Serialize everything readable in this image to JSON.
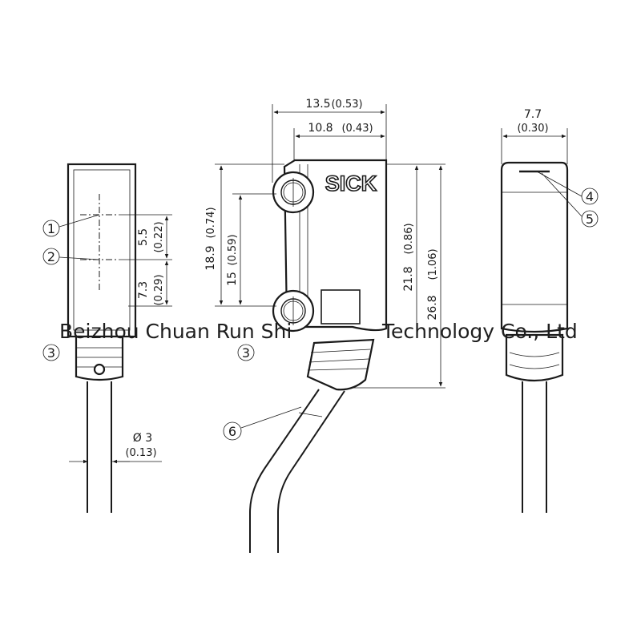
{
  "watermark": {
    "left_text": "Beizhou Chuan Run Shi",
    "right_text": "Technology Co., Ltd"
  },
  "brand_logo": "SICK",
  "left_view": {
    "dim_5_5": "5.5",
    "dim_5_5_inch": "(0.22)",
    "dim_7_3": "7.3",
    "dim_7_3_inch": "(0.29)",
    "dim_dia": "Ø 3",
    "dim_dia_inch": "(0.13)",
    "callout_1": "1",
    "callout_2": "2",
    "callout_3": "3"
  },
  "center_view": {
    "dim_13_5": "13.5",
    "dim_13_5_inch": "(0.53)",
    "dim_10_8": "10.8",
    "dim_10_8_inch": "(0.43)",
    "dim_18_9": "18.9",
    "dim_18_9_inch": "(0.74)",
    "dim_15": "15",
    "dim_15_inch": "(0.59)",
    "dim_21_8": "21.8",
    "dim_21_8_inch": "(0.86)",
    "dim_26_8": "26.8",
    "dim_26_8_inch": "(1.06)",
    "callout_3": "3",
    "callout_6": "6"
  },
  "right_view": {
    "dim_7_7": "7.7",
    "dim_7_7_inch": "(0.30)",
    "callout_4": "4",
    "callout_5": "5"
  },
  "colors": {
    "line": "#1a1a1a",
    "background": "#ffffff"
  }
}
